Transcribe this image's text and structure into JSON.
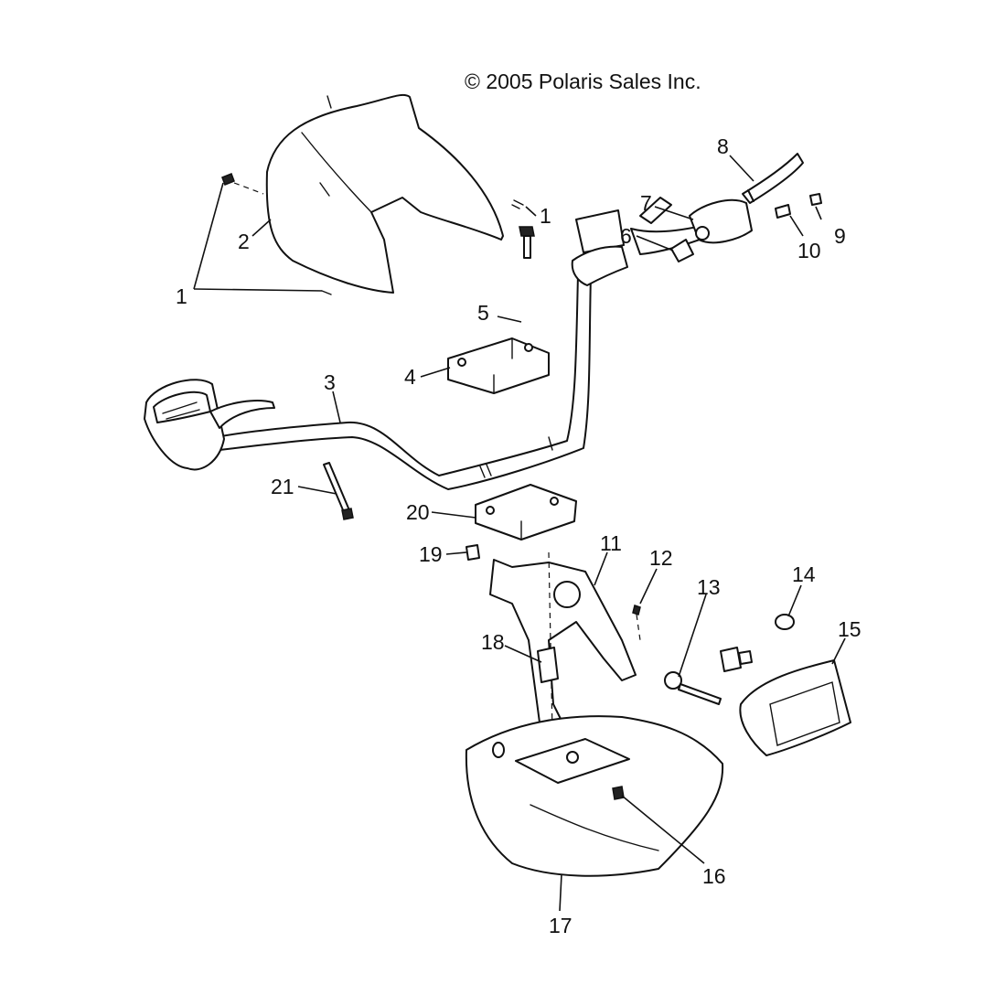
{
  "copyright": "© 2005 Polaris Sales Inc.",
  "callouts": {
    "c1a": "1",
    "c1b": "1",
    "c2": "2",
    "c3": "3",
    "c4": "4",
    "c5": "5",
    "c6": "6",
    "c7": "7",
    "c8": "8",
    "c9": "9",
    "c10": "10",
    "c11": "11",
    "c12": "12",
    "c13": "13",
    "c14": "14",
    "c15": "15",
    "c16": "16",
    "c17": "17",
    "c18": "18",
    "c19": "19",
    "c20": "20",
    "c21": "21"
  }
}
